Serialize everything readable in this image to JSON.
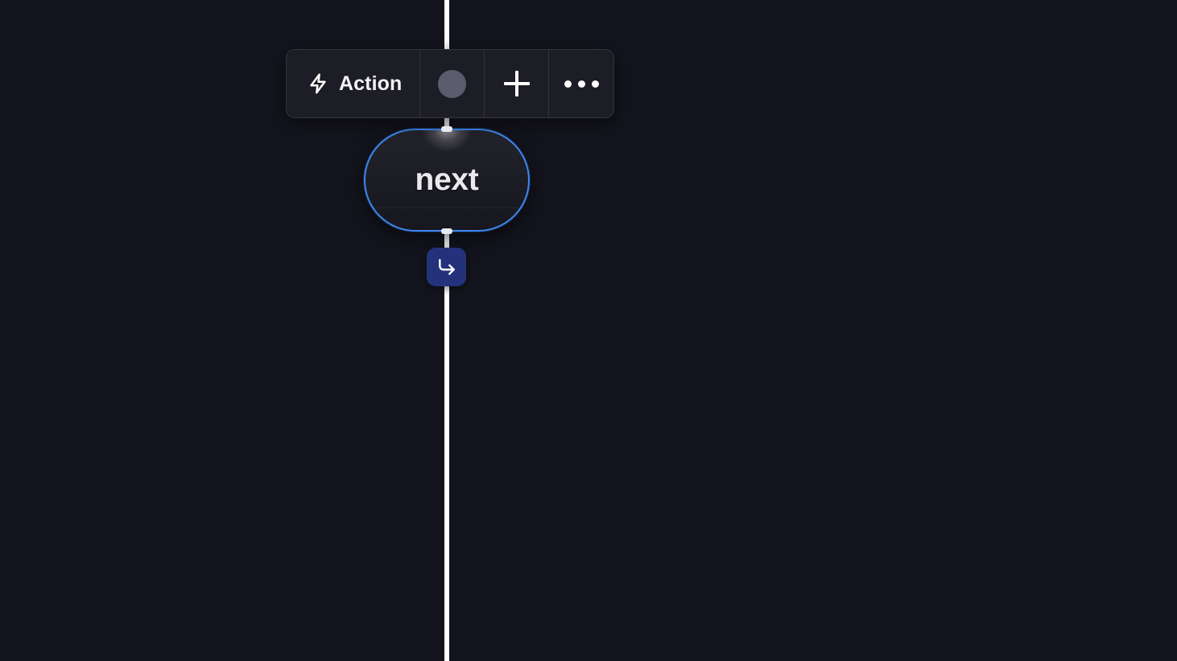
{
  "canvas": {
    "background_color": "#14141e",
    "edge": {
      "name": "connector-edge",
      "color": "#ffffff",
      "orientation": "vertical"
    }
  },
  "toolbar": {
    "name": "node-action-toolbar",
    "background_color": "#1d1d25",
    "border_color": "#343440",
    "items": [
      {
        "id": "action",
        "label": "Action",
        "icon": "lightning-bolt-icon"
      },
      {
        "id": "color",
        "label": "",
        "icon": "color-swatch-circle-icon",
        "color": "#5b5d6e"
      },
      {
        "id": "add",
        "label": "",
        "icon": "plus-icon"
      },
      {
        "id": "more",
        "label": "",
        "icon": "more-horizontal-icon"
      }
    ]
  },
  "node": {
    "name": "flow-node",
    "label": "next",
    "selected": true,
    "border_color": "#3c86ef",
    "text_color": "#e9e9ee",
    "handles": {
      "top": "target-handle",
      "bottom": "source-handle"
    }
  },
  "badge": {
    "name": "branch-badge",
    "icon": "corner-down-right-arrow-icon",
    "background_color": "#23327a",
    "icon_color": "#ffffff"
  }
}
